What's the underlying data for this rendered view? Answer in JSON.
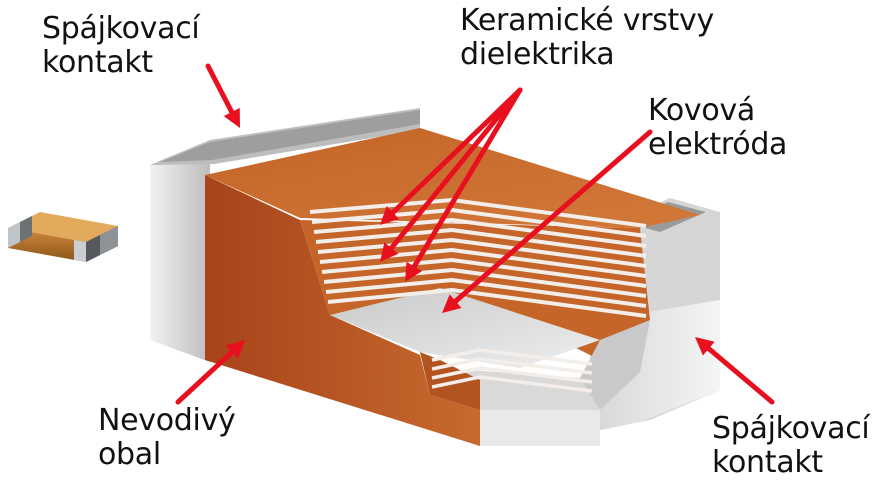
{
  "labels": {
    "solder_contact_top": {
      "line1": "Spájkovací",
      "line2": "kontakt"
    },
    "ceramic_layers": {
      "line1": "Keramické vrstvy",
      "line2": "dielektrika"
    },
    "metal_electrode": {
      "line1": "Kovová",
      "line2": "elektróda"
    },
    "nonconductive_case": {
      "line1": "Nevodivý",
      "line2": "obal"
    },
    "solder_contact_bottom": {
      "line1": "Spájkovací",
      "line2": "kontakt"
    }
  },
  "colors": {
    "arrow": "#e8101e",
    "ceramic": "#c8692a",
    "ceramic_dark": "#a84a1c",
    "electrode": "#f3eeea",
    "contact_light": "#e9e9e9",
    "contact_mid": "#c9c9c9",
    "contact_dark": "#a9a9a9"
  }
}
